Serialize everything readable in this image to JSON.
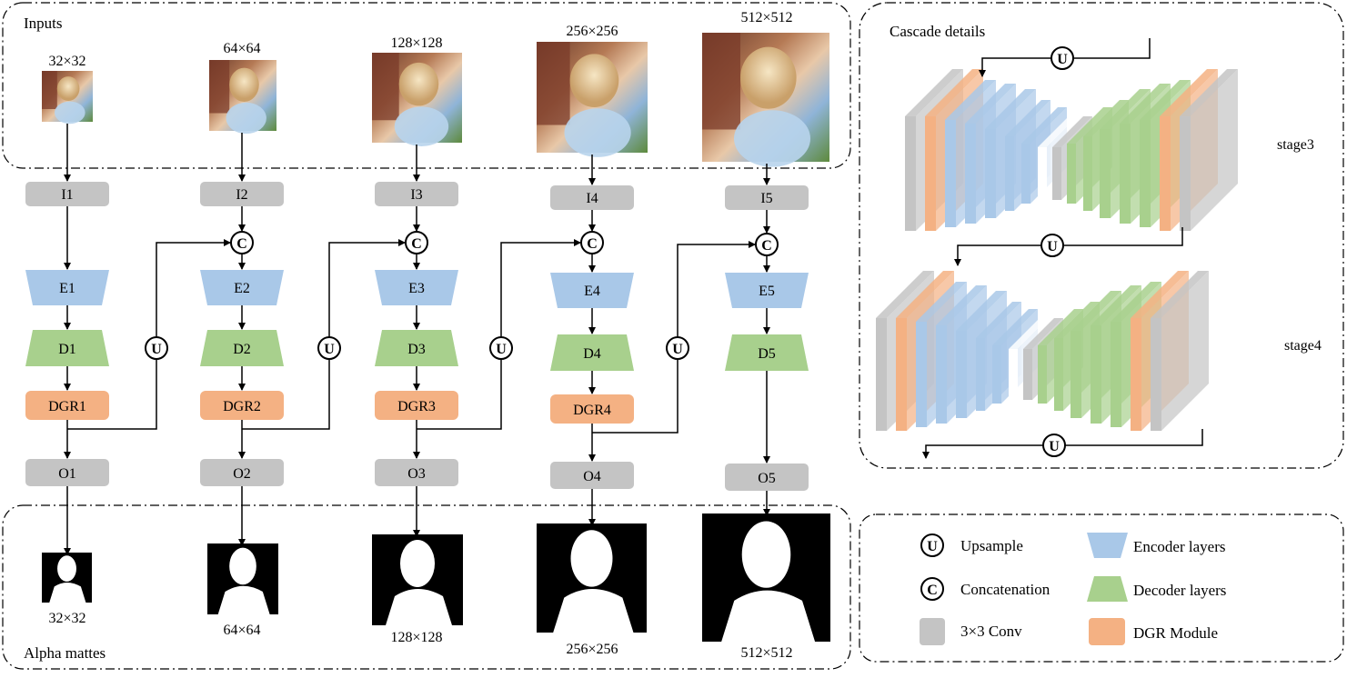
{
  "sections": {
    "inputs": "Inputs",
    "alpha_mattes": "Alpha mattes",
    "cascade_details": "Cascade details"
  },
  "stage_labels": [
    "stage3",
    "stage4"
  ],
  "colors": {
    "encoder": "#a9c8e8",
    "decoder": "#a8d08d",
    "dgr": "#f4b183",
    "conv": "#c4c4c4",
    "line": "#000000"
  },
  "columns": [
    {
      "input_size": "32×32",
      "input": "I1",
      "encoder": "E1",
      "decoder": "D1",
      "dgr": "DGR1",
      "output": "O1",
      "matte_size": "32×32"
    },
    {
      "input_size": "64×64",
      "input": "I2",
      "encoder": "E2",
      "decoder": "D2",
      "dgr": "DGR2",
      "output": "O2",
      "matte_size": "64×64"
    },
    {
      "input_size": "128×128",
      "input": "I3",
      "encoder": "E3",
      "decoder": "D3",
      "dgr": "DGR3",
      "output": "O3",
      "matte_size": "128×128"
    },
    {
      "input_size": "256×256",
      "input": "I4",
      "encoder": "E4",
      "decoder": "D4",
      "dgr": "DGR4",
      "output": "O4",
      "matte_size": "256×256"
    },
    {
      "input_size": "512×512",
      "input": "I5",
      "encoder": "E5",
      "decoder": "D5",
      "dgr": "",
      "output": "O5",
      "matte_size": "512×512"
    }
  ],
  "symbols": {
    "upsample": "U",
    "concat": "C"
  },
  "legend": {
    "upsample": "Upsample",
    "concat": "Concatenation",
    "conv": "3×3 Conv",
    "encoder": "Encoder layers",
    "decoder": "Decoder layers",
    "dgr": "DGR Module"
  }
}
